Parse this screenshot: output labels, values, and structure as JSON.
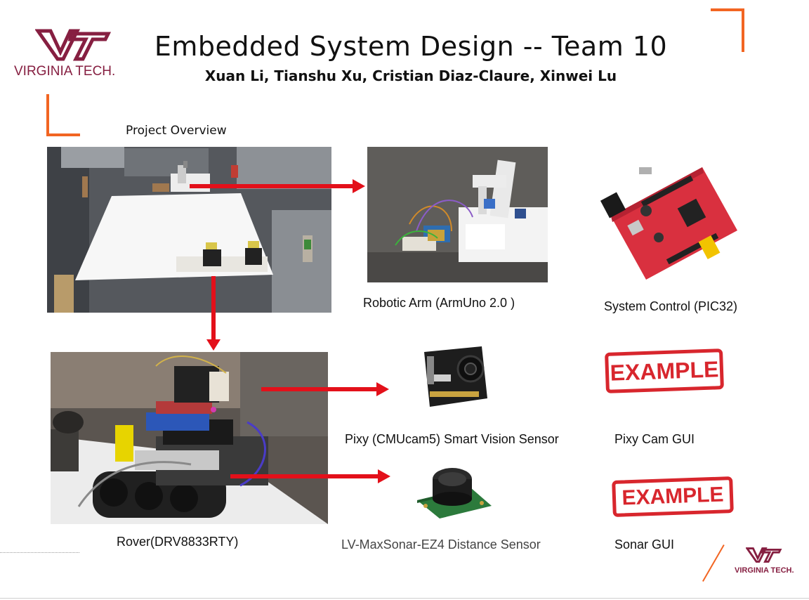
{
  "header": {
    "title": "Embedded System Design -- Team 10",
    "authors": "Xuan Li, Tianshu Xu, Cristian Diaz-Claure, Xinwei Lu"
  },
  "logo": {
    "wordmark": "VIRGINIA TECH.",
    "monogram": "VT"
  },
  "section_title": "Project Overview",
  "captions": {
    "arm": "Robotic Arm (ArmUno 2.0 )",
    "control": "System Control (PIC32)",
    "rover": "Rover(DRV8833RTY)",
    "pixy": "Pixy (CMUcam5) Smart Vision Sensor",
    "pixy_gui": "Pixy Cam GUI",
    "sonar": "LV-MaxSonar-EZ4 Distance Sensor",
    "sonar_gui": "Sonar GUI"
  },
  "stamps": {
    "pixy_gui": "EXAMPLE",
    "sonar_gui": "EXAMPLE"
  },
  "colors": {
    "vt_maroon": "#861f41",
    "vt_orange": "#f26522",
    "arrow_red": "#e3101a",
    "stamp_red": "#d8262d"
  }
}
